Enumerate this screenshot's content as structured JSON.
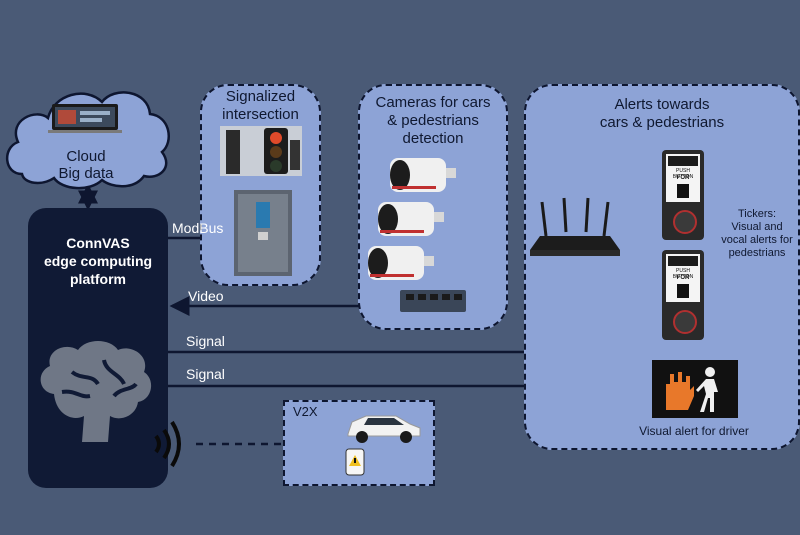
{
  "cloud": {
    "label_line1": "Cloud",
    "label_line2": "Big data"
  },
  "signalized": {
    "title_line1": "Signalized",
    "title_line2": "intersection"
  },
  "cameras": {
    "title_line1": "Cameras for cars",
    "title_line2": "& pedestrians",
    "title_line3": "detection"
  },
  "alerts": {
    "title_line1": "Alerts towards",
    "title_line2": "cars & pedestrians",
    "tickers_line1": "Tickers:",
    "tickers_line2": "Visual and",
    "tickers_line3": "vocal alerts for",
    "tickers_line4": "pedestrians",
    "push_button_label": "PUSH BUTTON",
    "push_button_for": "FOR",
    "driver_alert": "Visual alert for driver"
  },
  "edge": {
    "title_line1": "ConnVAS",
    "title_line2": "edge computing",
    "title_line3": "platform"
  },
  "connections": {
    "modbus": "ModBus",
    "video": "Video",
    "signal_router": "Signal",
    "signal_driver": "Signal"
  },
  "v2x": {
    "label": "V2X"
  },
  "colors": {
    "background": "#4a5a76",
    "panel": "#8da3d6",
    "edge": "#101a35",
    "line": "#0e1630"
  }
}
